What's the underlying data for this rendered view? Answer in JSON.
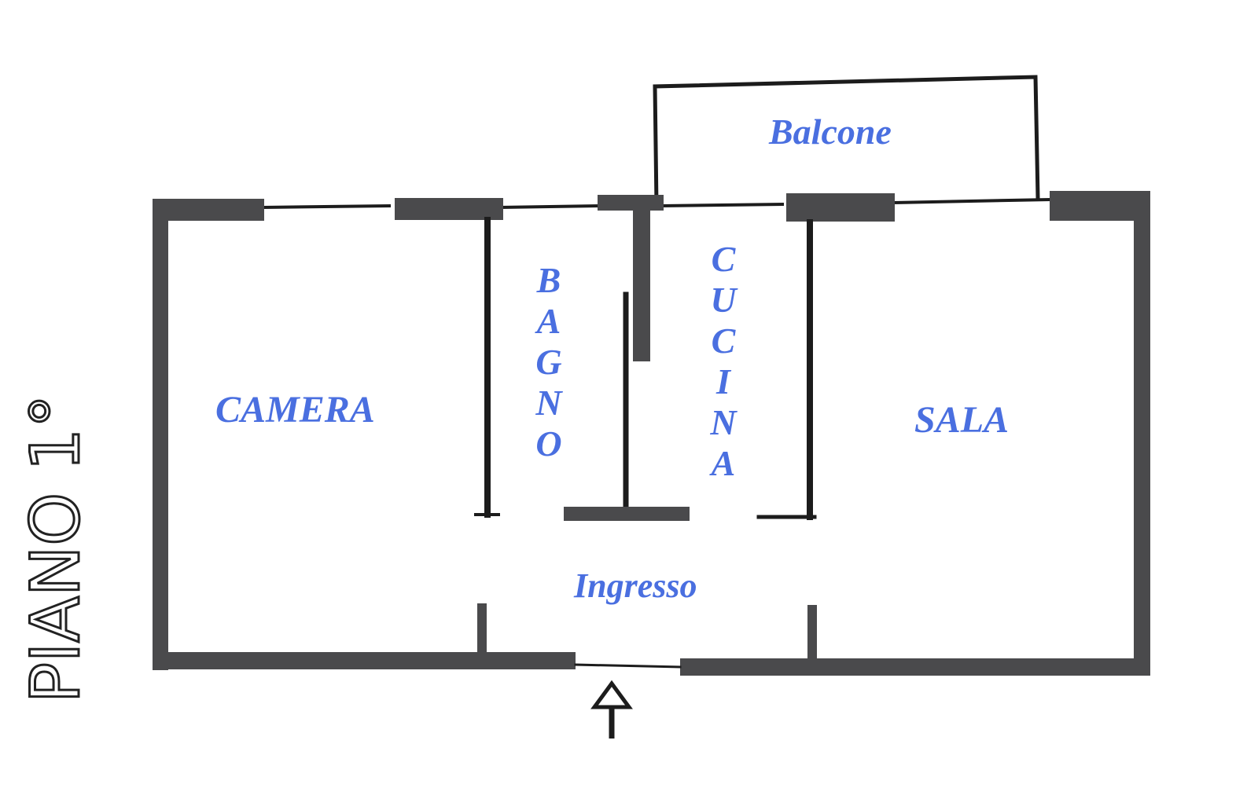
{
  "floor_label": "PIANO 1°",
  "rooms": {
    "balcone": "Balcone",
    "camera": "CAMERA",
    "bagno": "BAGNO",
    "cucina": "CUCINA",
    "sala": "SALA",
    "ingresso": "Ingresso"
  },
  "colors": {
    "label": "#4a6fe0",
    "wall": "#4a4a4c",
    "line": "#1c1c1c"
  },
  "icons": {
    "entrance": "arrow-up-icon"
  }
}
